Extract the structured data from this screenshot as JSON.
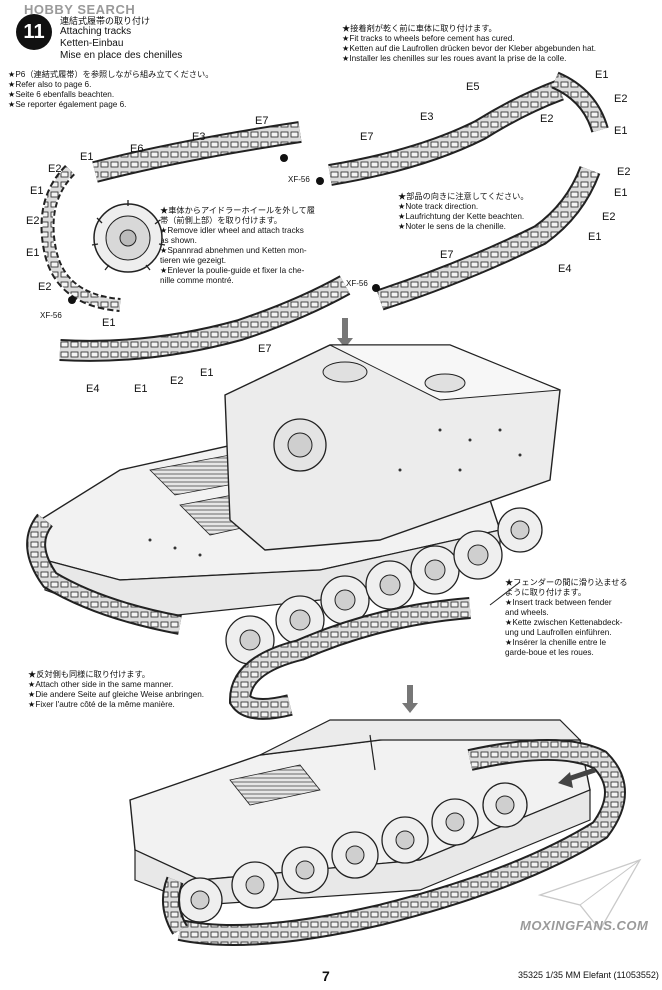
{
  "header": {
    "watermark_top": "HOBBY SEARCH",
    "step_number": "11",
    "title_jp": "連結式履帯の取り付け",
    "title_en": "Attaching tracks",
    "title_de": "Ketten-Einbau",
    "title_fr": "Mise en place des chenilles"
  },
  "notes": {
    "ref_page": [
      "★P6（連結式履帯）を参照しながら組み立てください。",
      "★Refer also to page 6.",
      "★Seite 6 ebenfalls beachten.",
      "★Se reporter également page 6."
    ],
    "cement": [
      "★接着剤が乾く前に車体に取り付けます。",
      "★Fit tracks to wheels before cement has cured.",
      "★Ketten auf die Laufrollen drücken bevor der Kleber abgebunden hat.",
      "★Installer les chenilles sur les roues avant la prise de la colle."
    ],
    "idler": [
      "★車体からアイドラーホイールを外して履",
      "帯（前側上部）を取り付けます。",
      "★Remove idler wheel and attach tracks",
      "as shown.",
      "★Spannrad abnehmen und Ketten mon-",
      "tieren wie gezeigt.",
      "★Enlever la poulie-guide et fixer la che-",
      "nille comme montré."
    ],
    "direction": [
      "★部品の向きに注意してください。",
      "★Note track direction.",
      "★Laufrichtung der Kette beachten.",
      "★Noter le sens de la chenille."
    ],
    "fender": [
      "★フェンダーの間に滑り込ませる",
      "ように取り付けます。",
      "★Insert track between fender",
      "and wheels.",
      "★Kette zwischen Kettenabdeck-",
      "ung und Laufrollen einführen.",
      "★Insérer la chenille entre le",
      "garde-boue et les roues."
    ],
    "other_side": [
      "★反対側も同様に取り付けます。",
      "★Attach other side in the same manner.",
      "★Die andere Seite auf gleiche Weise anbringen.",
      "★Fixer l'autre côté de la même manière."
    ]
  },
  "part_labels": [
    "E1",
    "E2",
    "E3",
    "E4",
    "E5",
    "E6",
    "E7",
    "XF-56"
  ],
  "watermark_bottom": "MOXINGFANS.COM",
  "footer": {
    "page_number": "7",
    "product": "35325  1/35 MM Elefant (11053552)"
  }
}
